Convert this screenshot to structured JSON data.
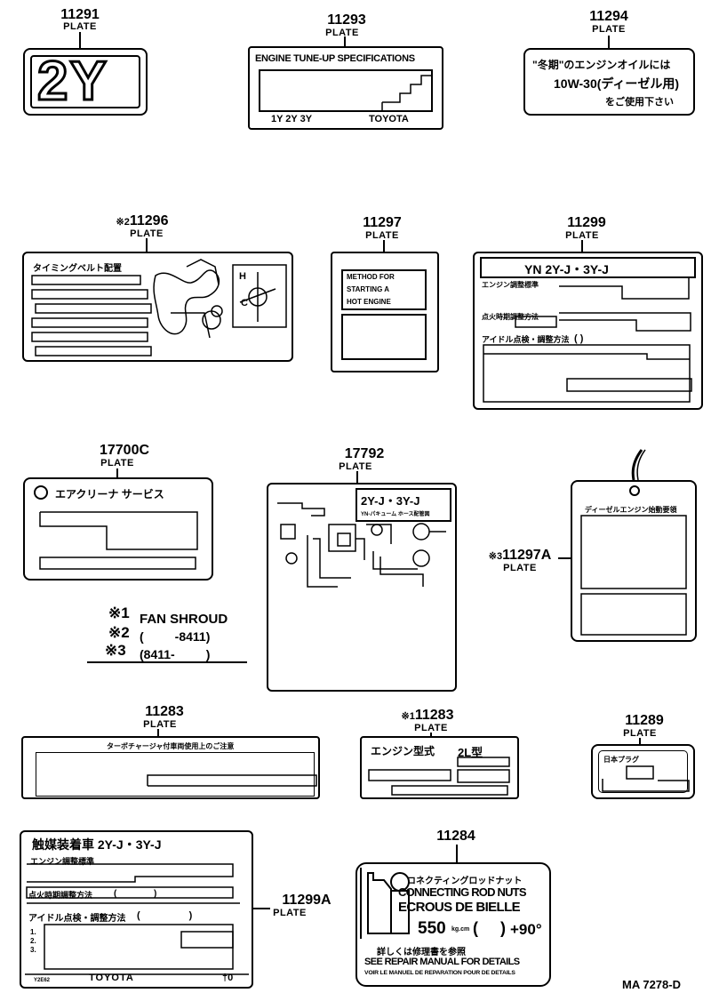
{
  "parts": {
    "p11291": {
      "number": "11291",
      "plate": "PLATE",
      "text": "2Y"
    },
    "p11293": {
      "number": "11293",
      "plate": "PLATE",
      "title": "ENGINE TUNE-UP SPECIFICATIONS",
      "models": "1Y 2Y 3Y",
      "brand": "TOYOTA"
    },
    "p11294": {
      "number": "11294",
      "plate": "PLATE",
      "line1": "\"冬期\"のエンジンオイルには",
      "line2": "10W-30(ディーゼル用)",
      "line3": "をご使用下さい"
    },
    "p11296": {
      "number": "11296",
      "prefix": "※2",
      "plate": "PLATE",
      "title": "タイミングベルト配置",
      "h": "H",
      "c": "C"
    },
    "p11297": {
      "number": "11297",
      "plate": "PLATE",
      "line1": "METHOD FOR",
      "line2": "STARTING  A",
      "line3": "HOT     ENGINE"
    },
    "p11299": {
      "number": "11299",
      "plate": "PLATE",
      "title": "YN  2Y-J・3Y-J",
      "row1": "エンジン調整標準",
      "row2": "点火時期調整方法",
      "row3": "アイドル点検・調整方法",
      "paren": "(                   )"
    },
    "p17700C": {
      "number": "17700C",
      "plate": "PLATE",
      "title": "エアクリーナ  サービス"
    },
    "p17792": {
      "number": "17792",
      "plate": "PLATE",
      "title": "2Y-J・3Y-J",
      "subtitle": "YN-パキューム ホース配管図"
    },
    "p11297A": {
      "number": "11297A",
      "prefix": "※3",
      "plate": "PLATE",
      "title": "ディーゼルエンジン始動要領"
    },
    "notes": {
      "n1_mark": "※1",
      "n1_text": "FAN SHROUD",
      "n2_mark": "※2",
      "n2_text": "(         -8411)",
      "n3_mark": "※3",
      "n3_text": "(8411-         )"
    },
    "p11283a": {
      "number": "11283",
      "plate": "PLATE",
      "title": "ターボチャージャ付車両使用上のご注意"
    },
    "p11283b": {
      "number": "11283",
      "prefix": "※1",
      "plate": "PLATE",
      "row1a": "エンジン型式",
      "row1b": "2L型"
    },
    "p11289": {
      "number": "11289",
      "plate": "PLATE",
      "title": "日本プラグ"
    },
    "p11299A": {
      "number": "11299A",
      "plate": "PLATE",
      "title": "触媒装着車  2Y-J・3Y-J",
      "row1": "エンジン調整標準",
      "row2": "点火時期調整方法",
      "row2paren": "(               )",
      "row3": "アイドル点検・調整方法",
      "row3paren": "(                  )",
      "n1": "1.",
      "n2": "2.",
      "n3": "3.",
      "code": "Y2E62",
      "brand": "TOYOTA",
      "mark": "†0"
    },
    "p11284": {
      "number": "11284",
      "jp": "コネクティングロッドナット",
      "en1": "CONNECTING ROD NUTS",
      "en2": "ECROUS DE BIELLE",
      "torque": "550",
      "unit": "kg.cm",
      "paren": "(     )",
      "angle": "+90°",
      "jp2": "詳しくは修理書を参照",
      "en3": "SEE REPAIR MANUAL FOR DETAILS",
      "en4": "VOIR LE MANUEL DE REPARATION POUR DE DETAILS"
    },
    "code": "MA 7278-D"
  }
}
